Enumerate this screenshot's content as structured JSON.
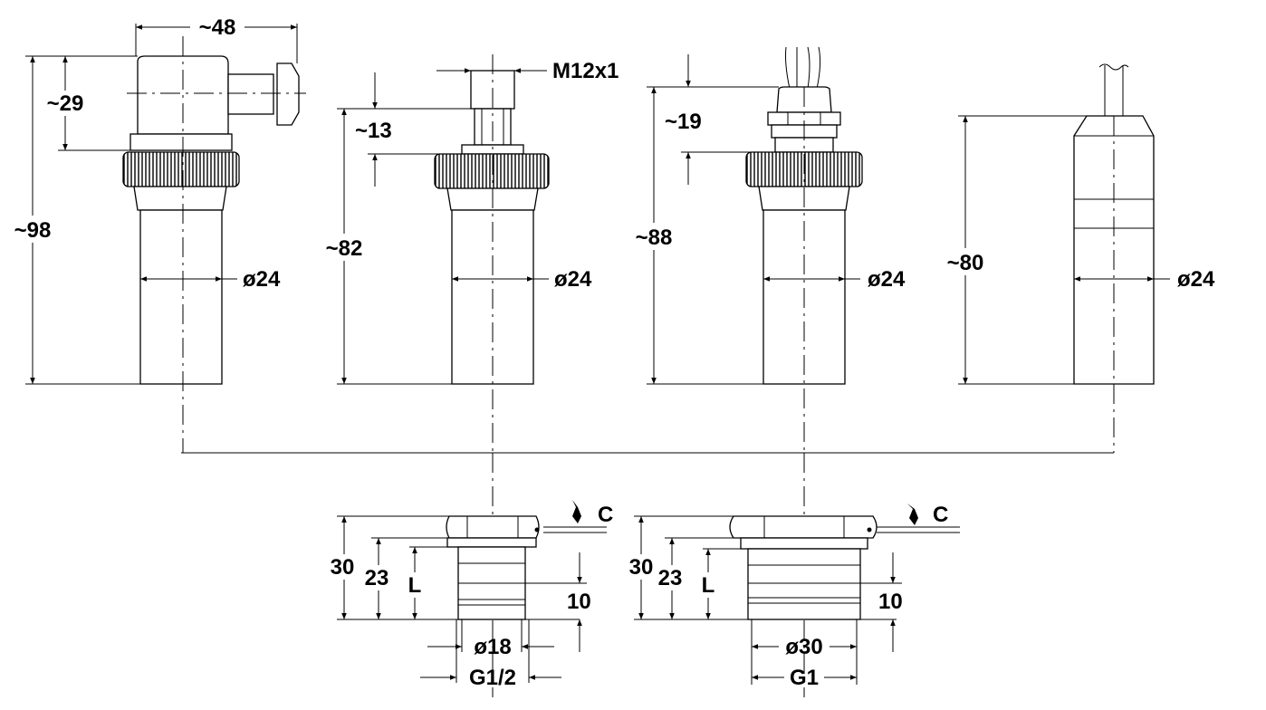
{
  "variants": [
    {
      "id": "din-connector",
      "dims": {
        "width": "~48",
        "height": "~29",
        "total": "~98",
        "dia": "ø24"
      }
    },
    {
      "id": "m12-connector",
      "dims": {
        "thread": "M12x1",
        "height": "~13",
        "total": "~82",
        "dia": "ø24"
      }
    },
    {
      "id": "cable-gland",
      "dims": {
        "height": "~19",
        "total": "~88",
        "dia": "ø24"
      }
    },
    {
      "id": "cable-outlet",
      "dims": {
        "total": "~80",
        "dia": "ø24"
      }
    }
  ],
  "fittings": [
    {
      "id": "g12-fitting",
      "dims": {
        "h30": "30",
        "h23": "23",
        "L": "L",
        "h10": "10",
        "dia": "ø18",
        "thread": "G1/2",
        "wrench": "C"
      }
    },
    {
      "id": "g1-fitting",
      "dims": {
        "h30": "30",
        "h23": "23",
        "L": "L",
        "h10": "10",
        "dia": "ø30",
        "thread": "G1",
        "wrench": "C"
      }
    }
  ],
  "icons": [
    "wrench-icon"
  ]
}
